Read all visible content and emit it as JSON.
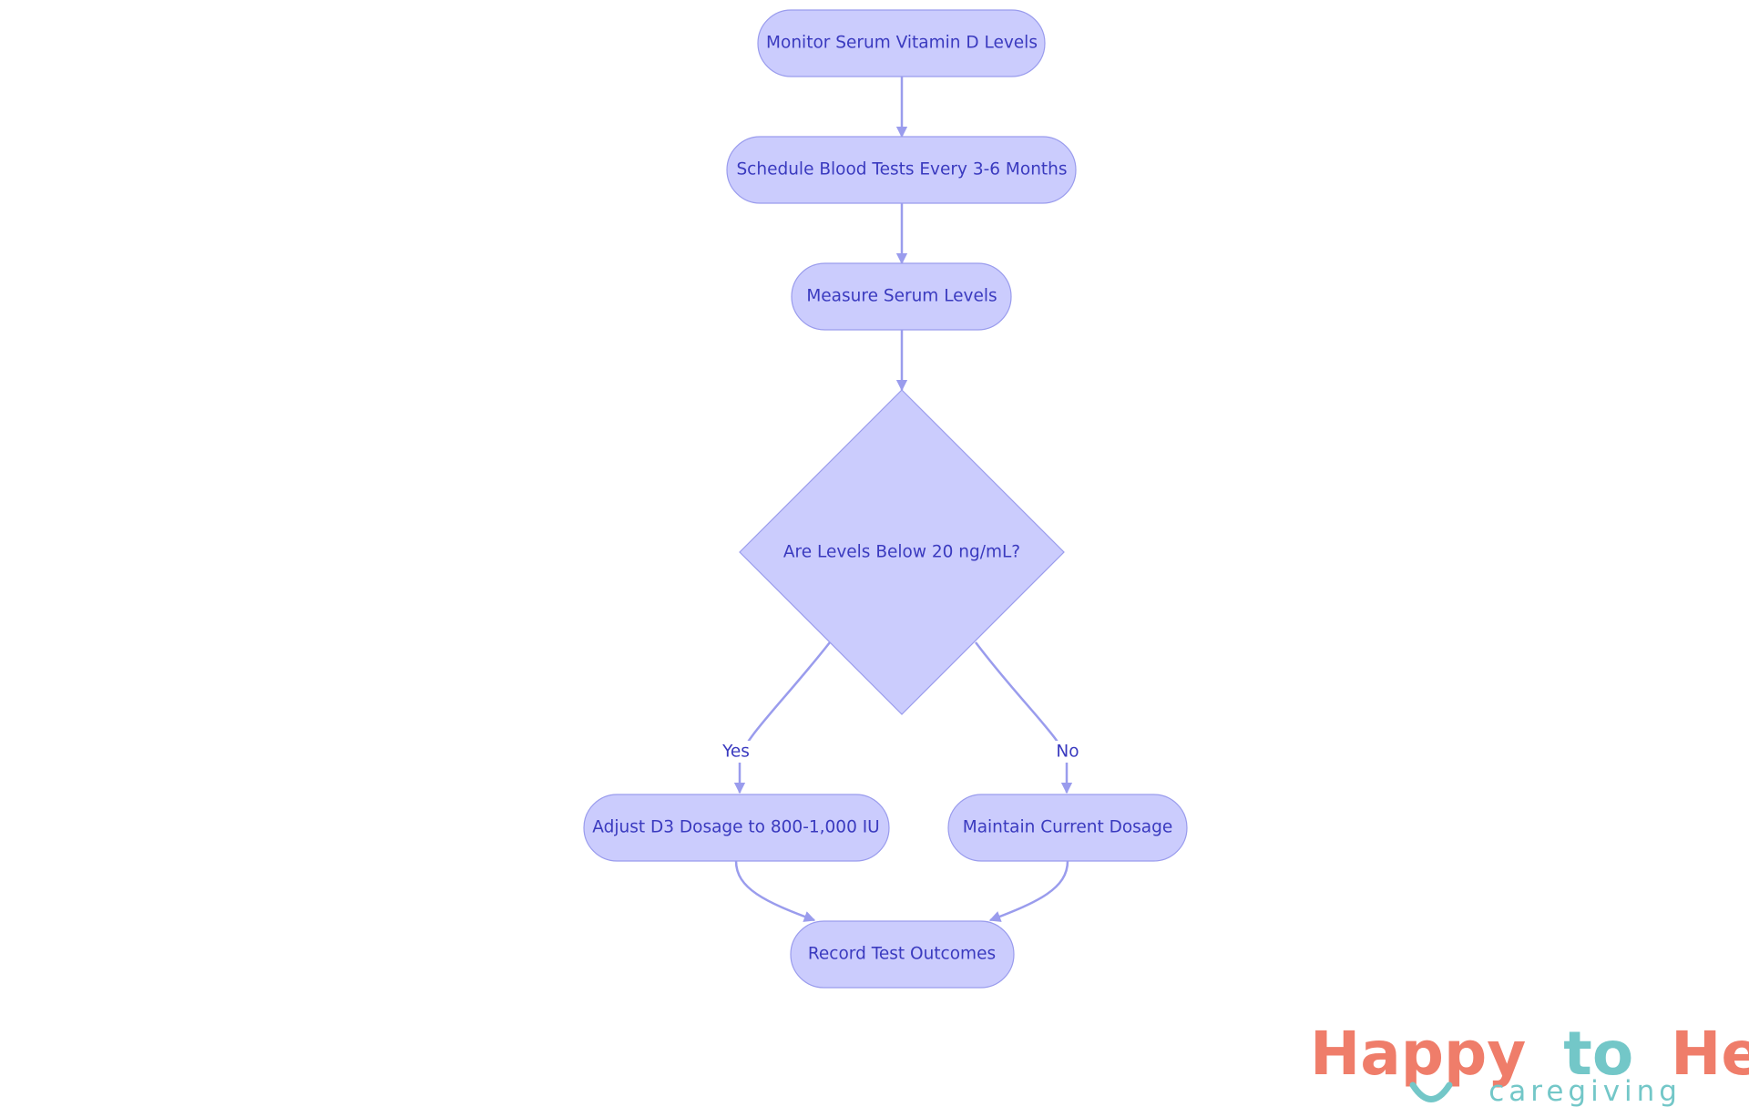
{
  "diagram": {
    "nodes": [
      {
        "id": "n1",
        "label": "Monitor Serum Vitamin D Levels",
        "shape": "rounded"
      },
      {
        "id": "n2",
        "label": "Schedule Blood Tests Every 3-6 Months",
        "shape": "rounded"
      },
      {
        "id": "n3",
        "label": "Measure Serum Levels",
        "shape": "rounded"
      },
      {
        "id": "n4",
        "label": "Are Levels Below 20 ng/mL?",
        "shape": "diamond"
      },
      {
        "id": "n5",
        "label": "Adjust D3 Dosage to 800-1,000 IU",
        "shape": "rounded"
      },
      {
        "id": "n6",
        "label": "Maintain Current Dosage",
        "shape": "rounded"
      },
      {
        "id": "n7",
        "label": "Record Test Outcomes",
        "shape": "rounded"
      }
    ],
    "edges": [
      {
        "from": "n1",
        "to": "n2",
        "label": ""
      },
      {
        "from": "n2",
        "to": "n3",
        "label": ""
      },
      {
        "from": "n3",
        "to": "n4",
        "label": ""
      },
      {
        "from": "n4",
        "to": "n5",
        "label": "Yes"
      },
      {
        "from": "n4",
        "to": "n6",
        "label": "No"
      },
      {
        "from": "n5",
        "to": "n7",
        "label": ""
      },
      {
        "from": "n6",
        "to": "n7",
        "label": ""
      }
    ]
  },
  "logo": {
    "word1": "Happy",
    "word2": "to",
    "word3": "Help",
    "subtitle": "caregiving"
  },
  "colors": {
    "node_fill": "#cbccfd",
    "node_stroke": "#9a9ced",
    "node_text": "#3a3abf",
    "edge": "#9a9ced",
    "logo_coral": "#ef7d6a",
    "logo_teal": "#73c7c8"
  }
}
